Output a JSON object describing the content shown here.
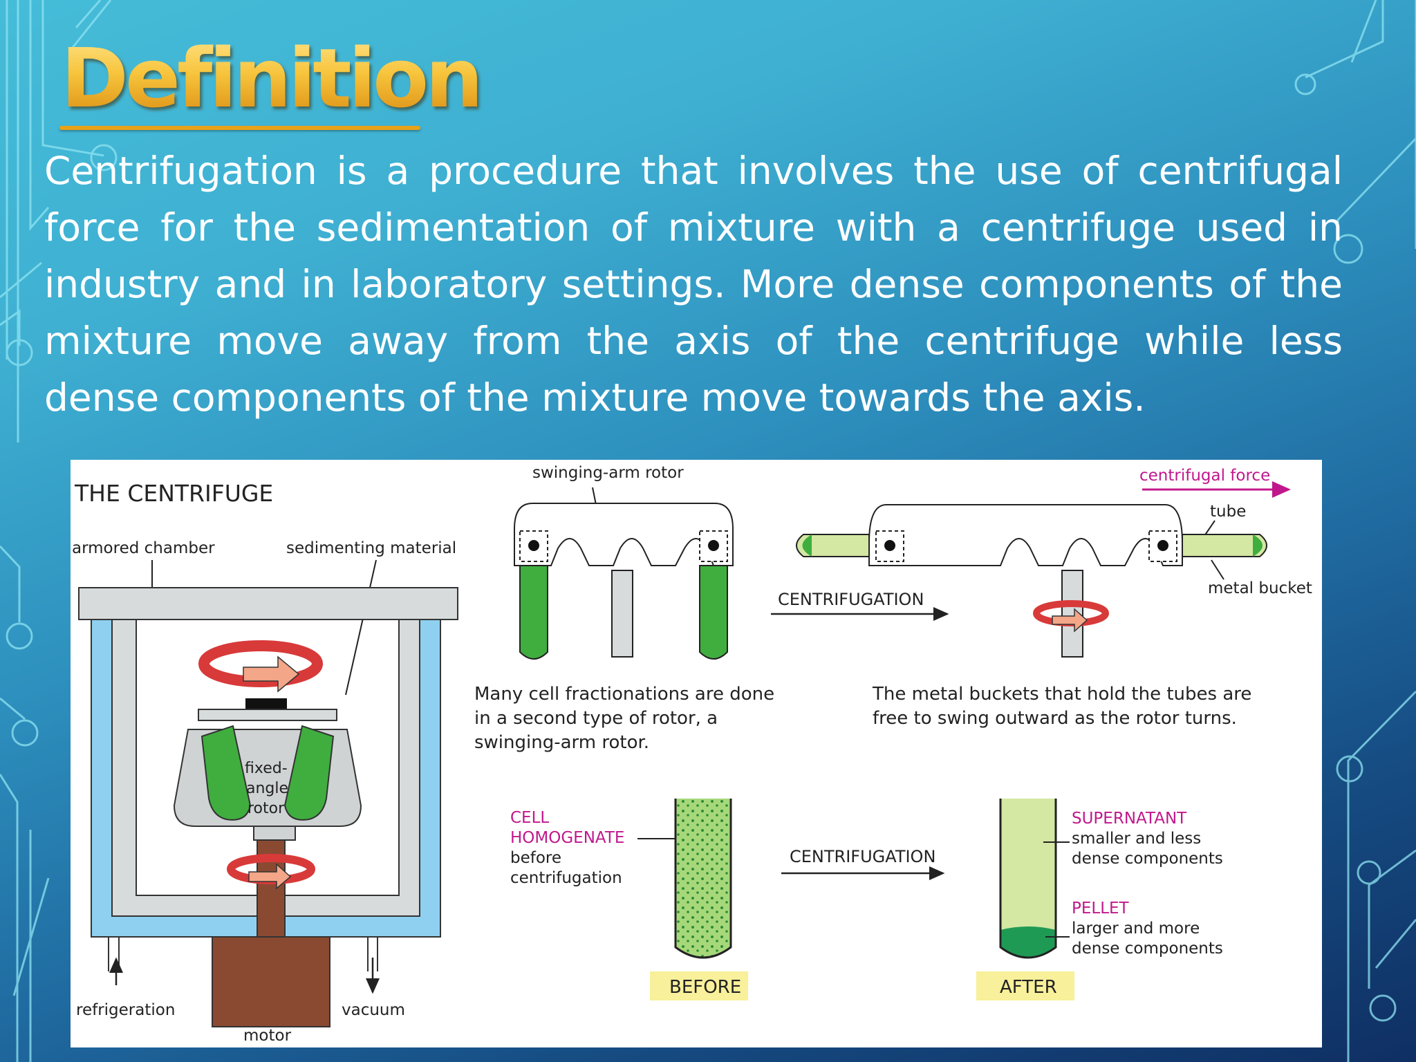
{
  "slide": {
    "title": "Definition",
    "definition_lines": [
      "Centrifugation is a procedure that involves the use of centrifugal",
      "force for the sedimentation of mixture with a centrifuge used in",
      "industry and in laboratory settings. More dense components of the",
      "mixture move away from the axis of the centrifuge while less",
      "dense components of the mixture  move towards the axis."
    ]
  },
  "figure": {
    "heading": "THE CENTRIFUGE",
    "labels": {
      "armored_chamber": "armored chamber",
      "sedimenting_material": "sedimenting material",
      "fixed_angle_rotor": [
        "fixed-",
        "angle",
        "rotor"
      ],
      "refrigeration": "refrigeration",
      "vacuum": "vacuum",
      "motor": "motor",
      "swinging_arm_rotor": "swinging-arm rotor",
      "centrifugal_force": "centrifugal force",
      "tube": "tube",
      "metal_bucket": "metal bucket",
      "centrifugation_top": "CENTRIFUGATION",
      "centrifugation_bottom": "CENTRIFUGATION",
      "caption_left": [
        "Many cell fractionations are done",
        "in a second type of rotor, a",
        "swinging-arm rotor."
      ],
      "caption_right": [
        "The metal buckets that hold the tubes are",
        "free to swing outward as the rotor turns."
      ],
      "cell_homogenate": [
        "CELL",
        "HOMOGENATE"
      ],
      "before_centrifugation": [
        "before",
        "centrifugation"
      ],
      "supernatant": "SUPERNATANT",
      "supernatant_desc": [
        "smaller and less",
        "dense components"
      ],
      "pellet": "PELLET",
      "pellet_desc": [
        "larger and more",
        "dense components"
      ],
      "before": "BEFORE",
      "after": "AFTER"
    },
    "colors": {
      "accent_magenta": "#c0188c",
      "tube_green": "#3fae3f",
      "supernatant_green": "#d4e7a3",
      "pellet_green": "#1f9a55",
      "chamber_blue": "#8fd0f0",
      "motor_brown": "#8a4a32",
      "rotor_red": "#d83a3a",
      "label_yellow": "#f8f09a"
    }
  }
}
